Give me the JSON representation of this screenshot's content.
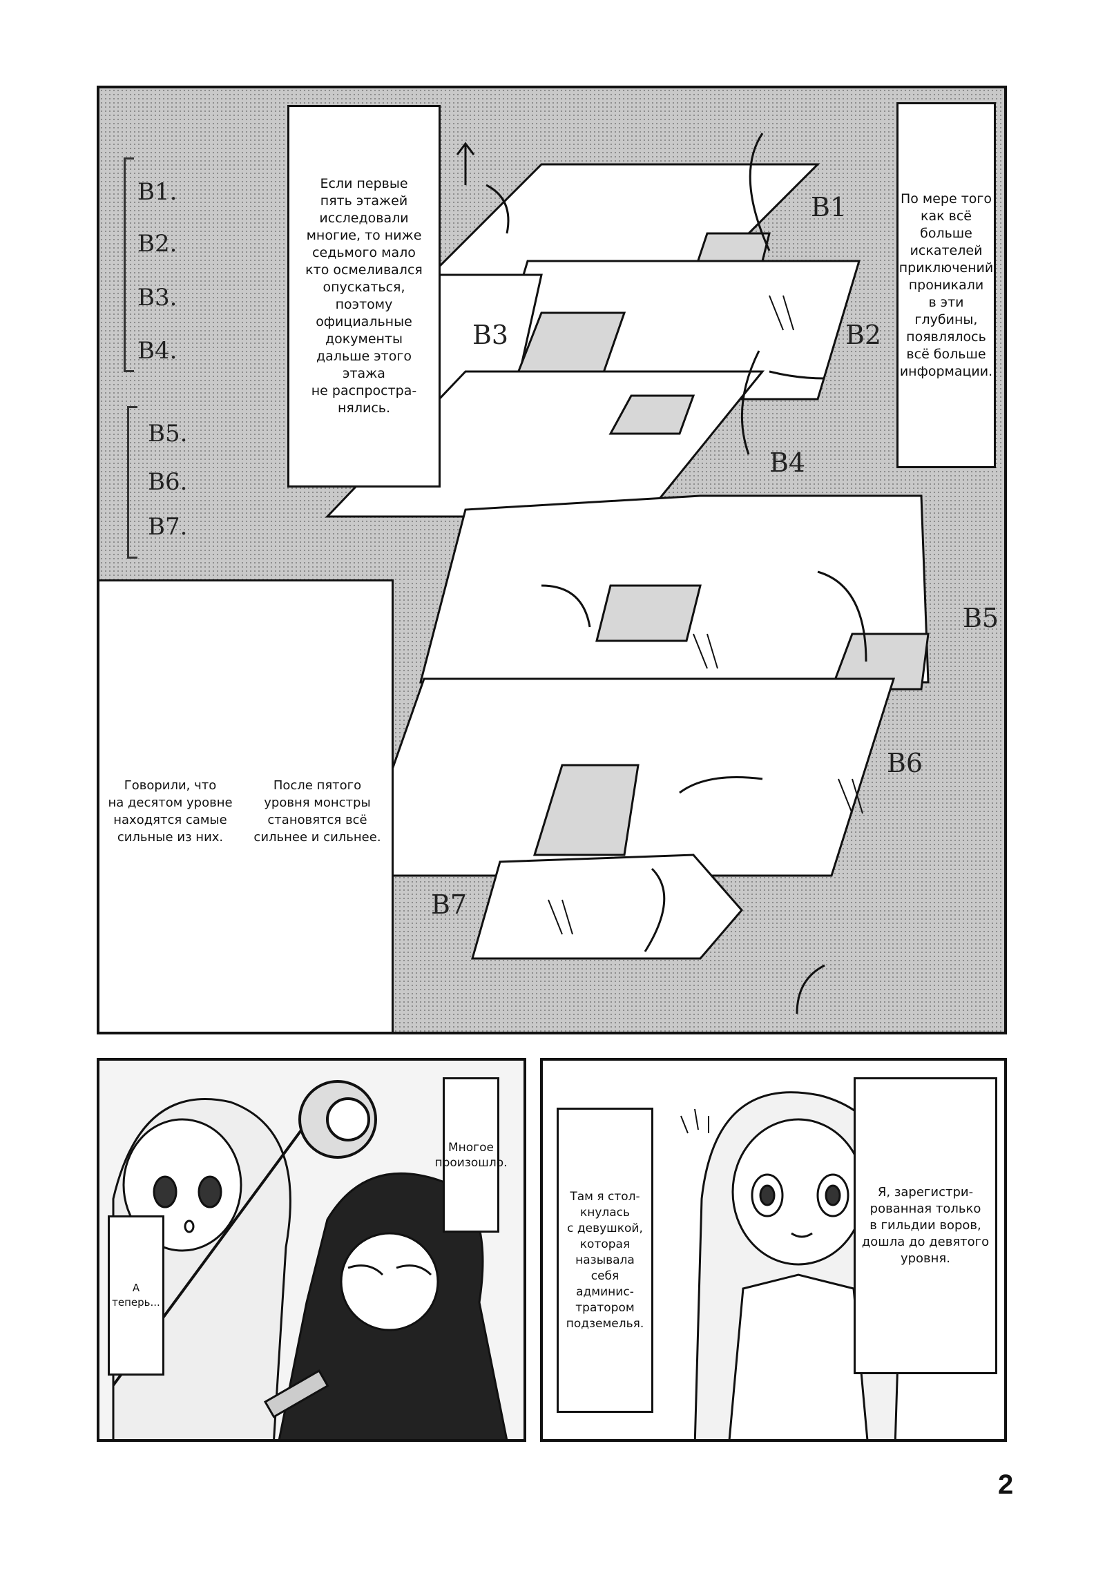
{
  "panel1": {
    "captions": {
      "top_center": "Если первые\nпять этажей\nисследовали\nмногие, то ниже\nседьмого мало\nкто осмеливался\nопускаться,\nпоэтому\nофициальные\nдокументы\nдальше этого\nэтажа\nне распростра-\nнялись.",
      "top_right": "По мере того\nкак всё\nбольше\nискателей\nприключений\nпроникали\nв эти\nглубины,\nпоявлялось\nвсё больше\nинформации.",
      "left_1": "Говорили, что\nна десятом уровне\nнаходятся самые\nсильные из них.",
      "left_2": "После пятого\nуровня монстры\nстановятся всё\nсильнее и сильнее."
    },
    "legend": [
      "B1.",
      "B2.",
      "B3.",
      "B4.",
      "B5.",
      "B6.",
      "B7."
    ],
    "floor_labels": [
      "B1",
      "B2",
      "B3",
      "B4",
      "B5",
      "B6",
      "B7"
    ]
  },
  "panel2": {
    "captions": {
      "right": "Многое\nпроизошло.",
      "left": "А\nтеперь..."
    }
  },
  "panel3": {
    "captions": {
      "left": "Там я стол-\nкнулась\nс девушкой,\nкоторая\nназывала\nсебя\nадминис-\nтратором\nподземелья.",
      "right": "Я, зарегистри-\nрованная только\nв гильдии воров,\nдошла до девятого\nуровня."
    }
  },
  "page_number": "2"
}
